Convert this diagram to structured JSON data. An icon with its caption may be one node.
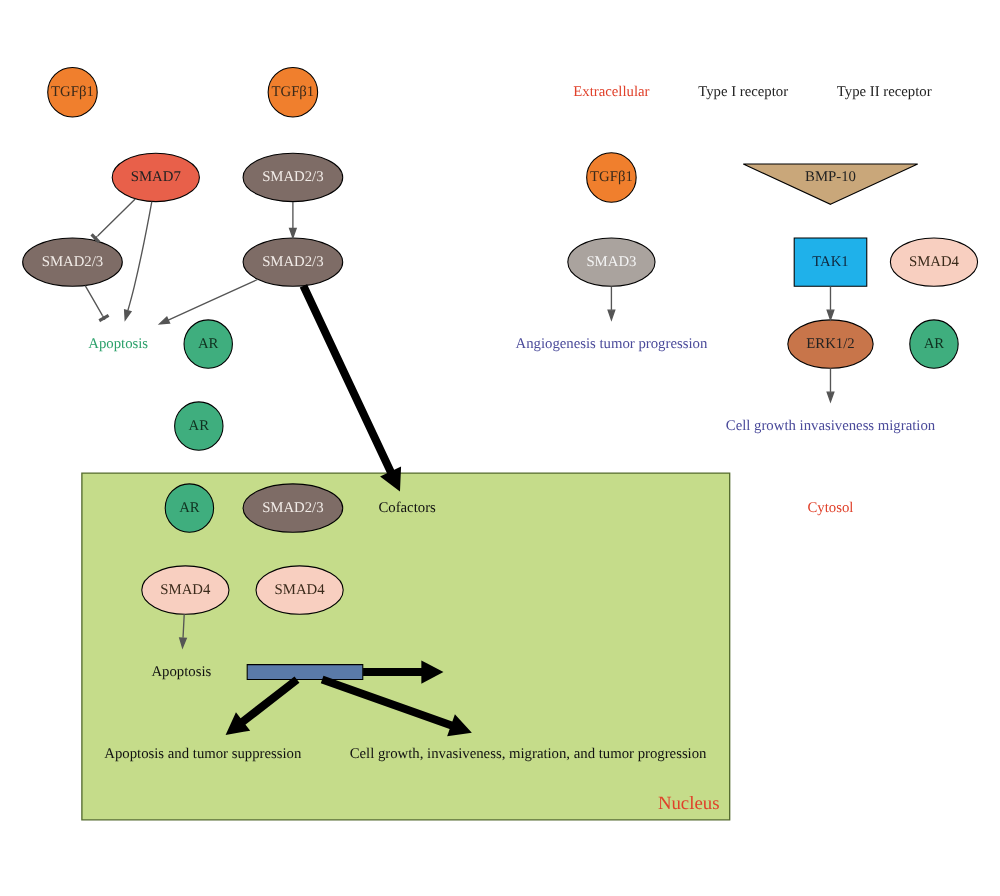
{
  "diagram": {
    "nodes": [
      {
        "text": [
          "TGFβ1"
        ]
      },
      {
        "text": [
          "TGFβ1"
        ]
      },
      {
        "text": [
          "TGFβ1"
        ]
      },
      {
        "text": [
          "BMP-10"
        ]
      },
      {
        "text": [
          "SMAD7"
        ]
      },
      {
        "text": [
          "SMAD2/3"
        ]
      },
      {
        "text": [
          "Apoptosis"
        ]
      },
      {
        "text": [
          "SMAD2/3"
        ]
      },
      {
        "text": [
          "SMAD3"
        ]
      },
      {
        "text": [
          "Angiogenesis tumor progression"
        ]
      },
      {
        "text": [
          "TAK1"
        ]
      },
      {
        "text": [
          "ERK1/2"
        ]
      },
      {
        "text": [
          "Cell growth invasiveness migration"
        ]
      },
      {
        "text": [
          "SMAD2/3"
        ]
      },
      {
        "text": [
          "SMAD4"
        ]
      },
      {
        "text": [
          "AR"
        ]
      },
      {
        "text": [
          "AR"
        ]
      },
      {
        "text": [
          "AR"
        ]
      },
      {
        "text": [
          "Nucleus"
        ]
      },
      {
        "text": [
          "AR"
        ],
        "in": 18
      },
      {
        "text": [
          "SMAD4"
        ],
        "in": 18
      },
      {
        "text": [
          "Apoptosis"
        ],
        "in": 18
      },
      {
        "text": [
          "SMAD2/3"
        ],
        "in": 18
      },
      {
        "text": [
          "SMAD4"
        ],
        "in": 18
      },
      {
        "text": [
          "Cofactors"
        ],
        "in": 18
      },
      {
        "text": [],
        "shape": "bar",
        "in": 18
      },
      {
        "text": [
          "Apoptosis and tumor suppression"
        ],
        "in": 18
      },
      {
        "text": [
          "Cell growth, invasiveness, migration, and tumor progression"
        ],
        "in": 18
      }
    ],
    "edges": [
      {
        "from": 4,
        "to": 5,
        "arrow": "other"
      },
      {
        "from": 4,
        "to": 6,
        "arrow": "to"
      },
      {
        "from": 5,
        "to": 6,
        "arrow": "other"
      },
      {
        "from": 7,
        "to": 13,
        "arrow": "to"
      },
      {
        "from": 13,
        "to": 6,
        "arrow": "to"
      },
      {
        "from": 8,
        "to": 9,
        "arrow": "to"
      },
      {
        "from": 10,
        "to": 11,
        "arrow": "to"
      },
      {
        "from": 11,
        "to": 12,
        "arrow": "to"
      },
      {
        "from": 13,
        "to": 24,
        "arrow": "to",
        "style": "thick",
        "color": "#000000"
      },
      {
        "from": 20,
        "to": 21,
        "arrow": "to"
      },
      {
        "from": 25,
        "to": 26,
        "arrow": "to",
        "style": "thick",
        "color": "#000000"
      },
      {
        "from": 25,
        "to": 27,
        "arrow": "to",
        "style": "thick",
        "color": "#000000"
      },
      {
        "from": 25,
        "to": null,
        "arrow": "to",
        "style": "thick",
        "color": "#000000"
      }
    ],
    "labels": [
      "Extracellular",
      "Type I receptor",
      "Type II receptor",
      "Cytosol"
    ]
  }
}
